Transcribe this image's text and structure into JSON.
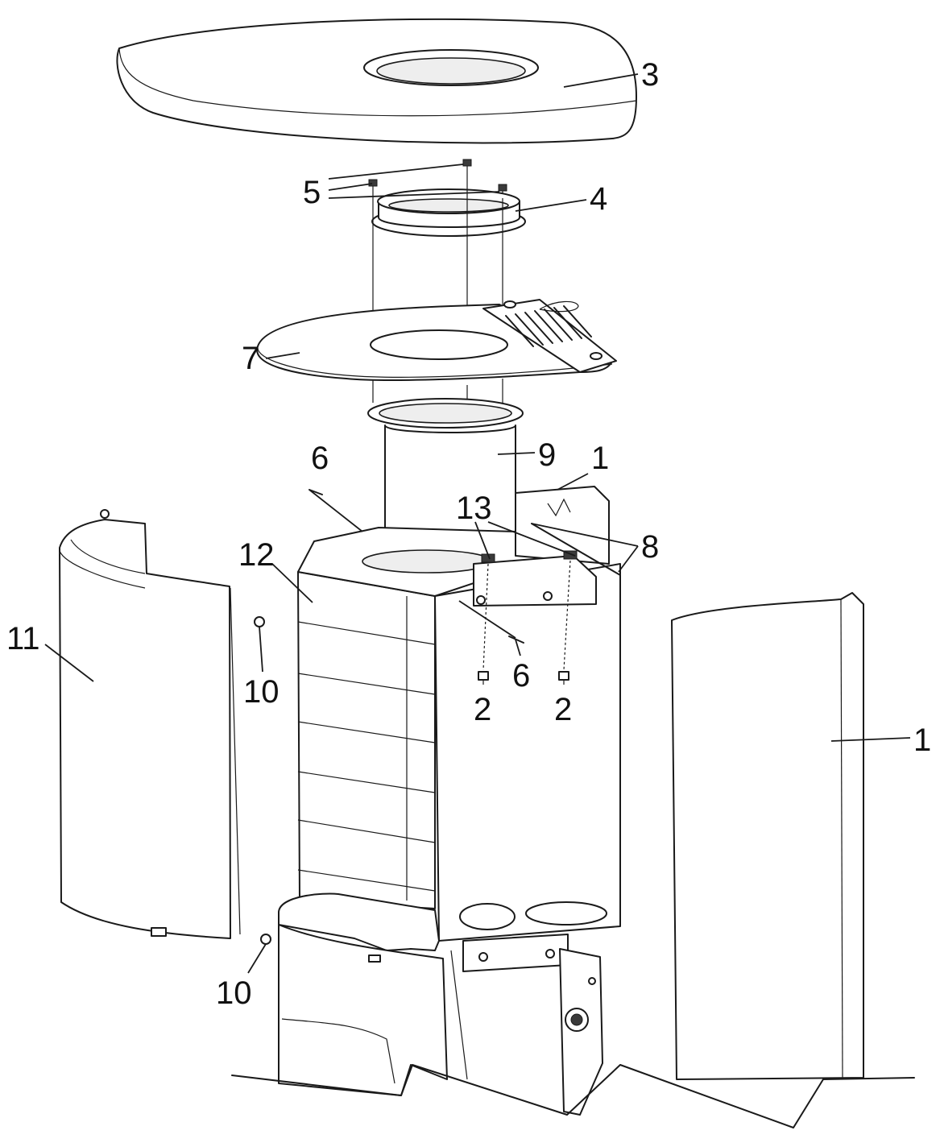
{
  "callouts": [
    {
      "id": "c3",
      "text": "3"
    },
    {
      "id": "c5",
      "text": "5"
    },
    {
      "id": "c4",
      "text": "4"
    },
    {
      "id": "c7",
      "text": "7"
    },
    {
      "id": "c6a",
      "text": "6"
    },
    {
      "id": "c9",
      "text": "9"
    },
    {
      "id": "c1a",
      "text": "1"
    },
    {
      "id": "c13",
      "text": "13"
    },
    {
      "id": "c8",
      "text": "8"
    },
    {
      "id": "c12",
      "text": "12"
    },
    {
      "id": "c11",
      "text": "11"
    },
    {
      "id": "c10a",
      "text": "10"
    },
    {
      "id": "c6b",
      "text": "6"
    },
    {
      "id": "c2a",
      "text": "2"
    },
    {
      "id": "c2b",
      "text": "2"
    },
    {
      "id": "c1b",
      "text": "1"
    },
    {
      "id": "c10b",
      "text": "10"
    }
  ]
}
